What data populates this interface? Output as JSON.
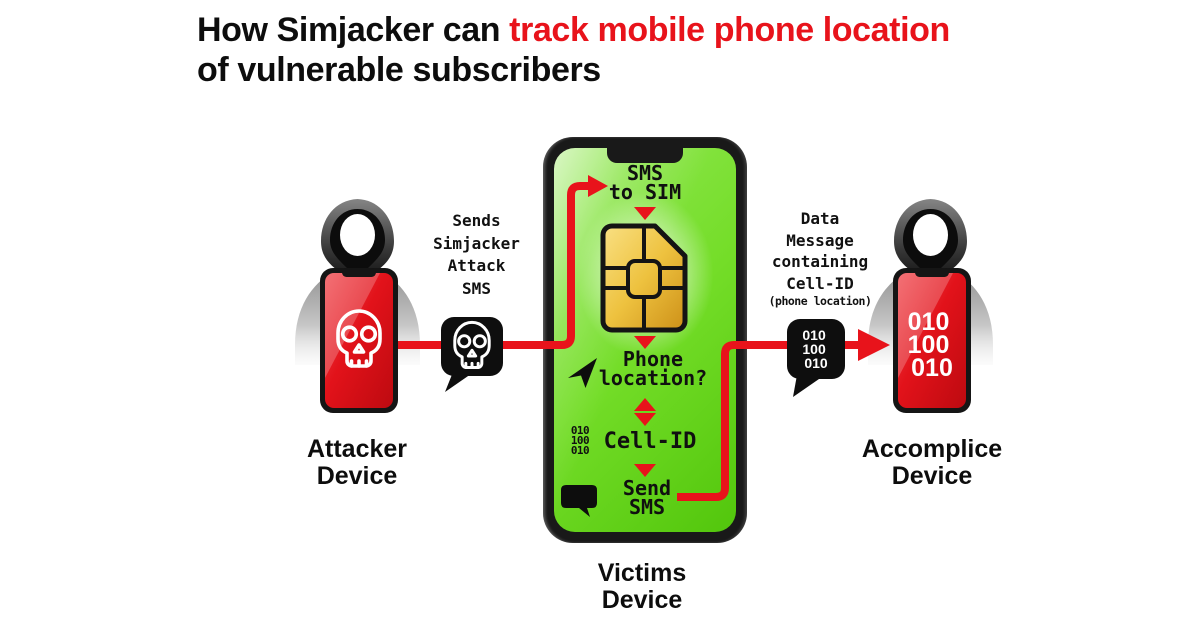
{
  "title": {
    "text_black": "How Simjacker can ",
    "text_red": "track mobile phone location",
    "line2": "of vulnerable subscribers"
  },
  "colors": {
    "accent_red": "#e8131b",
    "screen_green": "#74dd28",
    "sim_gold": "#eec23f"
  },
  "attacker": {
    "action_text": [
      "Sends",
      "Simjacker",
      "Attack",
      "SMS"
    ],
    "device_label": [
      "Attacker",
      "Device"
    ]
  },
  "victim": {
    "device_label": [
      "Victims",
      "Device"
    ],
    "screen_steps": {
      "sms_to_sim": [
        "SMS",
        "to SIM"
      ],
      "phone_location": [
        "Phone",
        "location?"
      ],
      "cell_id": "Cell-ID",
      "cell_id_binary": [
        "010",
        "100",
        "010"
      ],
      "send_sms": [
        "Send",
        "SMS"
      ]
    }
  },
  "accomplice": {
    "message_text": [
      "Data",
      "Message",
      "containing",
      "Cell-ID"
    ],
    "message_subtext": "(phone location)",
    "bubble_binary": [
      "010",
      "100",
      "010"
    ],
    "screen_binary": [
      "010",
      "100",
      "010"
    ],
    "device_label": [
      "Accomplice",
      "Device"
    ]
  },
  "icons": {
    "skull": "skull-icon",
    "hooded_figure": "hooded-figure-icon",
    "sim_card": "sim-card-icon",
    "location_arrow": "location-arrow-icon",
    "sms_bubble": "sms-bubble-icon"
  }
}
